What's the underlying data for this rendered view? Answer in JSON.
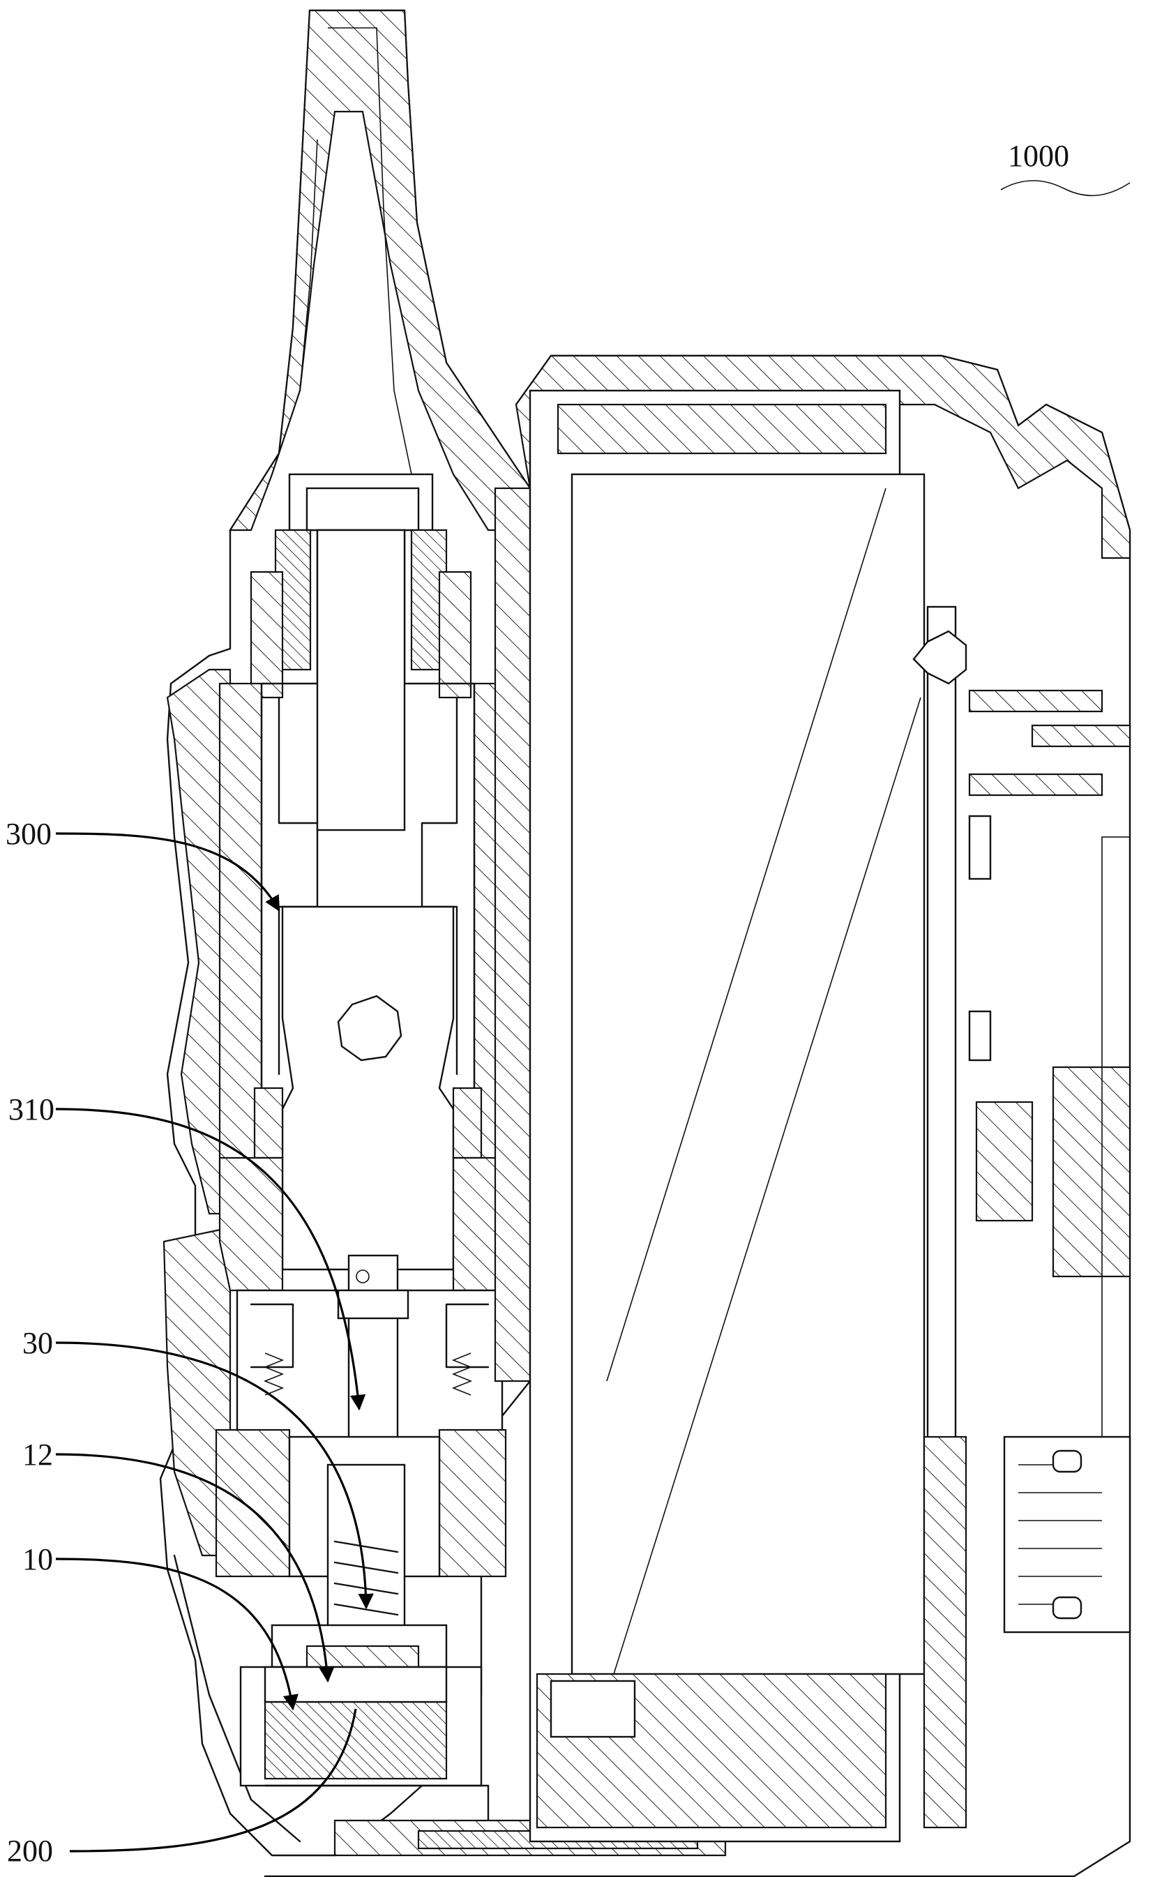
{
  "figure": {
    "assembly_label": "1000",
    "callouts": [
      {
        "id": "c300",
        "text": "300"
      },
      {
        "id": "c310",
        "text": "310"
      },
      {
        "id": "c30",
        "text": "30"
      },
      {
        "id": "c12",
        "text": "12"
      },
      {
        "id": "c10",
        "text": "10"
      },
      {
        "id": "c200",
        "text": "200"
      }
    ]
  }
}
